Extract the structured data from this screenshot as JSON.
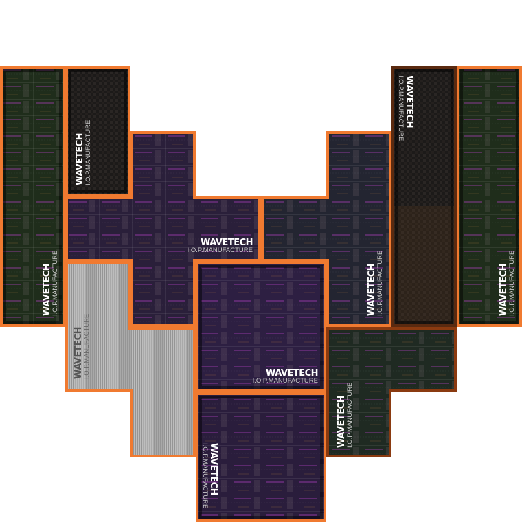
{
  "game": {
    "title": "Chip tile puzzle",
    "colors": {
      "border": "#f07a30",
      "border_dark": "#8a3a10",
      "purple": "#2a1d3a",
      "green": "#1c2a1a",
      "carbon": "#1e1b1a",
      "metal": "#a8a8a8"
    }
  },
  "pieces": [
    {
      "id": "p1",
      "texture": "green",
      "brand": "WAVETECH",
      "sub": "I.O.P.MANUFACTURE"
    },
    {
      "id": "p2",
      "texture": "carbon",
      "brand": "WAVETECH",
      "sub": "I.O.P.MANUFACTURE"
    },
    {
      "id": "p3",
      "texture": "purple",
      "brand": "WAVETECH",
      "sub": "I.O.P.MANUFACTURE"
    },
    {
      "id": "p4",
      "texture": "metal",
      "brand": "WAVETECH",
      "sub": "I.O.P.MANUFACTURE"
    },
    {
      "id": "p5",
      "texture": "purple",
      "brand": "WAVETECH",
      "sub": "I.O.P.MANUFACTURE"
    },
    {
      "id": "p6",
      "texture": "purple",
      "brand": "WAVETECH",
      "sub": "I.O.P.MANUFACTURE"
    },
    {
      "id": "p7",
      "texture": "mixed",
      "brand": "WAVETECH",
      "sub": "I.O.P.MANUFACTURE"
    },
    {
      "id": "p8",
      "texture": "carbon",
      "brand": "WAVETECH",
      "sub": "I.O.P.MANUFACTURE"
    },
    {
      "id": "p9",
      "texture": "green",
      "brand": "WAVETECH",
      "sub": "I.O.P.MANUFACTURE"
    },
    {
      "id": "p10",
      "texture": "mixed",
      "brand": "WAVETECH",
      "sub": "I.O.P.MANUFACTURE"
    }
  ]
}
